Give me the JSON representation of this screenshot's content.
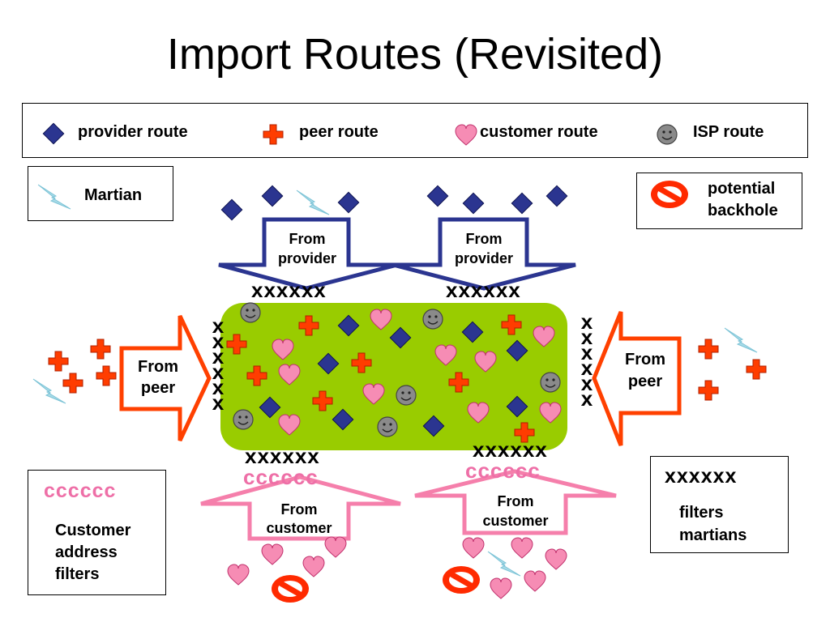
{
  "title": "Import Routes (Revisited)",
  "legend": {
    "provider": "provider route",
    "peer": "peer route",
    "customer": "customer route",
    "isp": "ISP route"
  },
  "martian_label": "Martian",
  "blackhole_label_1": "potential",
  "blackhole_label_2": "backhole",
  "arrows": {
    "provider_left_1": "From",
    "provider_left_2": "provider",
    "provider_right_1": "From",
    "provider_right_2": "provider",
    "peer_left_1": "From",
    "peer_left_2": "peer",
    "peer_right_1": "From",
    "peer_right_2": "peer",
    "customer_left_1": "From",
    "customer_left_2": "customer",
    "customer_right_1": "From",
    "customer_right_2": "customer"
  },
  "filters": {
    "x_top_left": "xxxxxx",
    "x_top_right": "xxxxxx",
    "x_bottom_left": "xxxxxx",
    "x_bottom_right": "xxxxxx",
    "x_side_left": "xxxxxx",
    "x_side_right": "xxxxxx",
    "c_bottom_left": "cccccc",
    "c_bottom_right": "cccccc"
  },
  "customer_filter_box": {
    "code": "cccccc",
    "line1": "Customer",
    "line2": "address",
    "line3": "filters"
  },
  "martian_filter_box": {
    "code": "xxxxxx",
    "line1": "filters",
    "line2": "martians"
  },
  "colors": {
    "provider": "#2b3590",
    "peer": "#ff4000",
    "customer": "#f57fab",
    "isp": "#8c8c8c",
    "green_area": "#99cc00",
    "martian": "#9fd7e6",
    "blackhole": "#ff3300"
  }
}
